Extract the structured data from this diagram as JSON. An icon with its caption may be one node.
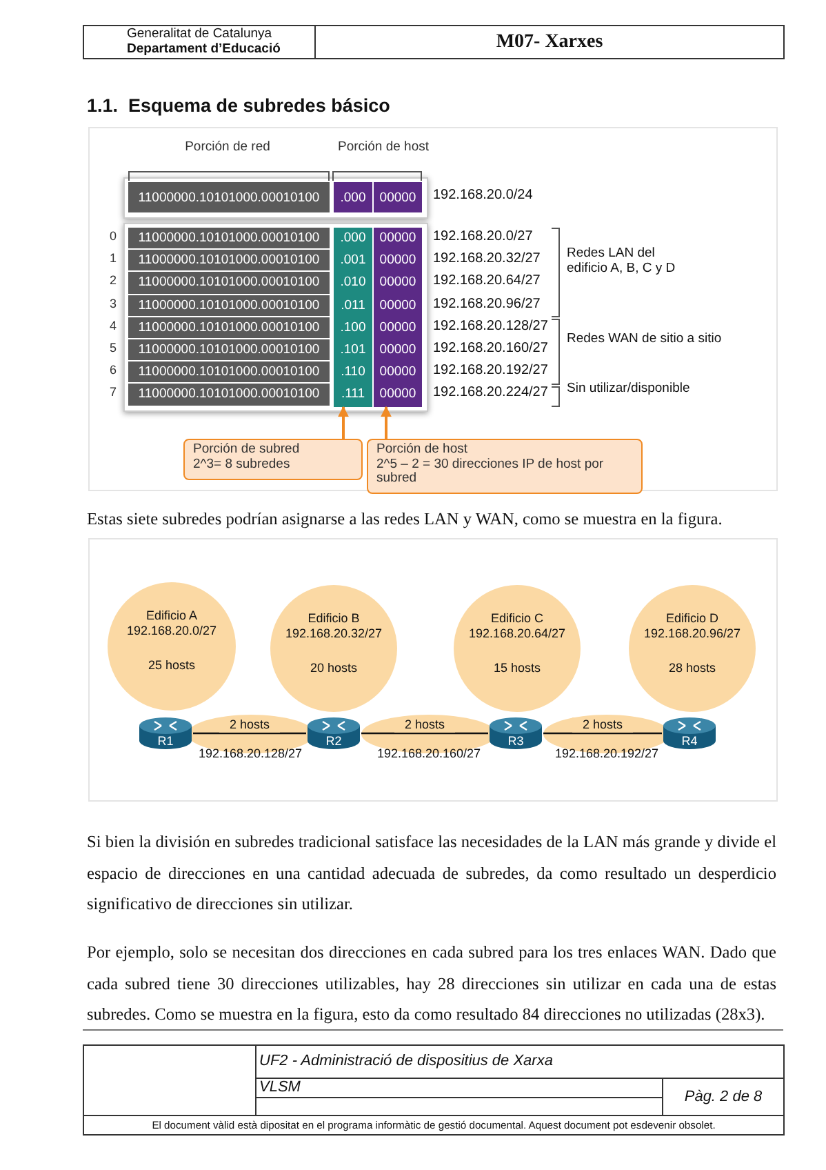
{
  "diagram": {
    "title": "1.1.  Esquema de subredes básico",
    "nodes": [
      {
        "text": [],
        "shape": "bar"
      },
      {
        "text": [],
        "shape": "bar"
      },
      {
        "text": [
          "Porción de subred",
          "2^3= 8 subredes"
        ]
      },
      {
        "text": [
          "Porción de host",
          "2^5 – 2 = 30 direcciones IP de host por subred"
        ]
      },
      {
        "text": [
          "Edificio A",
          "192.168.20.0/27",
          "25 hosts"
        ]
      },
      {
        "text": [
          "Edificio B",
          "192.168.20.32/27",
          "20 hosts"
        ]
      },
      {
        "text": [
          "Edificio C",
          "192.168.20.64/27",
          "15 hosts"
        ]
      },
      {
        "text": [
          "Edificio D",
          "192.168.20.96/27",
          "28 hosts"
        ]
      },
      {
        "text": [
          "R1"
        ]
      },
      {
        "text": [
          "R2"
        ]
      },
      {
        "text": [
          "R3"
        ]
      },
      {
        "text": [
          "R4"
        ]
      }
    ],
    "edges": [
      {
        "from": 2,
        "to": 0,
        "arrow": "to",
        "color": "#f08a24"
      },
      {
        "from": 3,
        "to": 1,
        "arrow": "to",
        "color": "#f08a24"
      },
      {
        "from": 8,
        "to": 9,
        "arrow": "none",
        "label": "2 hosts"
      },
      {
        "from": 9,
        "to": 10,
        "arrow": "none",
        "label": "2 hosts"
      },
      {
        "from": 10,
        "to": 11,
        "arrow": "none",
        "label": "2 hosts"
      }
    ],
    "labels": [
      "Generalitat de Catalunya",
      "Departament d’Educació",
      "M07- Xarxes",
      "Porción de red",
      "Porción de host",
      "11000000.10101000.00010100",
      ".000",
      "00000",
      "192.168.20.0/24",
      "0",
      "11000000.10101000.00010100",
      ".000",
      "00000",
      "192.168.20.0/27",
      "1",
      "11000000.10101000.00010100",
      ".001",
      "00000",
      "192.168.20.32/27",
      "2",
      "11000000.10101000.00010100",
      ".010",
      "00000",
      "192.168.20.64/27",
      "3",
      "11000000.10101000.00010100",
      ".011",
      "00000",
      "192.168.20.96/27",
      "4",
      "11000000.10101000.00010100",
      ".100",
      "00000",
      "192.168.20.128/27",
      "5",
      "11000000.10101000.00010100",
      ".101",
      "00000",
      "192.168.20.160/27",
      "6",
      "11000000.10101000.00010100",
      ".110",
      "00000",
      "192.168.20.192/27",
      "7",
      "11000000.10101000.00010100",
      ".111",
      "00000",
      "192.168.20.224/27",
      "Redes LAN del edificio A, B, C y D",
      "Redes WAN de sitio a sitio",
      "Sin utilizar/disponible",
      "Estas siete subredes podrían asignarse a las redes LAN y WAN, como se muestra en la figura.",
      "192.168.20.128/27",
      "192.168.20.160/27",
      "192.168.20.192/27",
      "Si bien la división en subredes tradicional satisface las necesidades de la LAN más grande y divide el espacio de direcciones en una cantidad adecuada de subredes, da como resultado un desperdicio significativo de direcciones sin utilizar.",
      "Por ejemplo, solo se necesitan dos direcciones en cada subred para los tres enlaces WAN. Dado que cada subred tiene 30 direcciones utilizables, hay 28 direcciones sin utilizar en cada una de estas subredes. Como se muestra en la figura, esto da como resultado 84 direcciones no utilizadas (28x3).",
      "UF2 - Administració de dispositius de Xarxa",
      "VLSM",
      "Pàg. 2 de 8",
      "El document vàlid està dipositat en el programa informàtic de gestió documental. Aquest document pot esdevenir obsolet."
    ]
  }
}
